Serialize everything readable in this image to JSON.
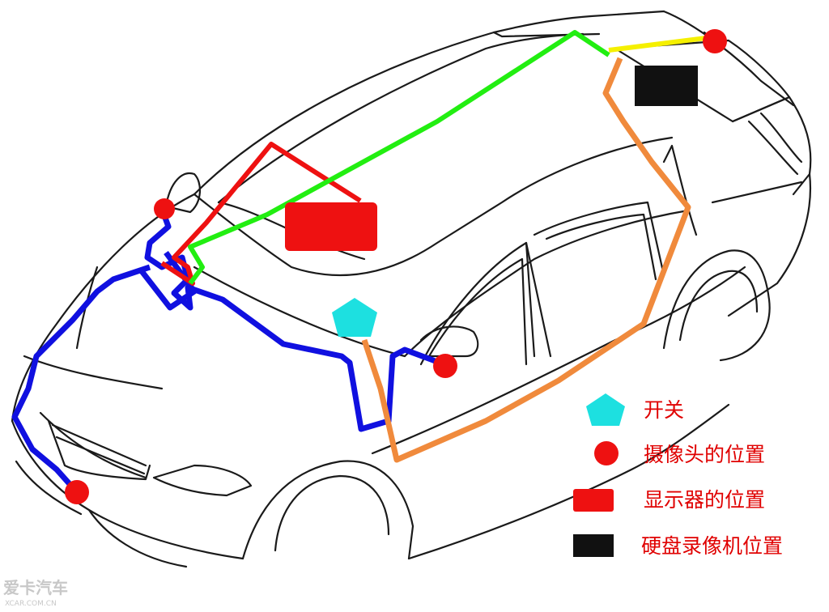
{
  "legend": {
    "switch_label": "开关",
    "camera_label": "摄像头的位置",
    "display_label": "显示器的位置",
    "dvr_label": "硬盘录像机位置"
  },
  "watermark": {
    "main": "爱卡汽车",
    "sub": "XCAR.COM.CN"
  },
  "colors": {
    "camera_cable": "#1010e0",
    "display_cable": "#ee1111",
    "rear_camera_green": "#22ee11",
    "rear_camera_yellow": "#f5f000",
    "switch_cable": "#f08a3c",
    "switch": "#1de0e0",
    "camera": "#ee1111",
    "display": "#ee1111",
    "dvr": "#111111"
  }
}
